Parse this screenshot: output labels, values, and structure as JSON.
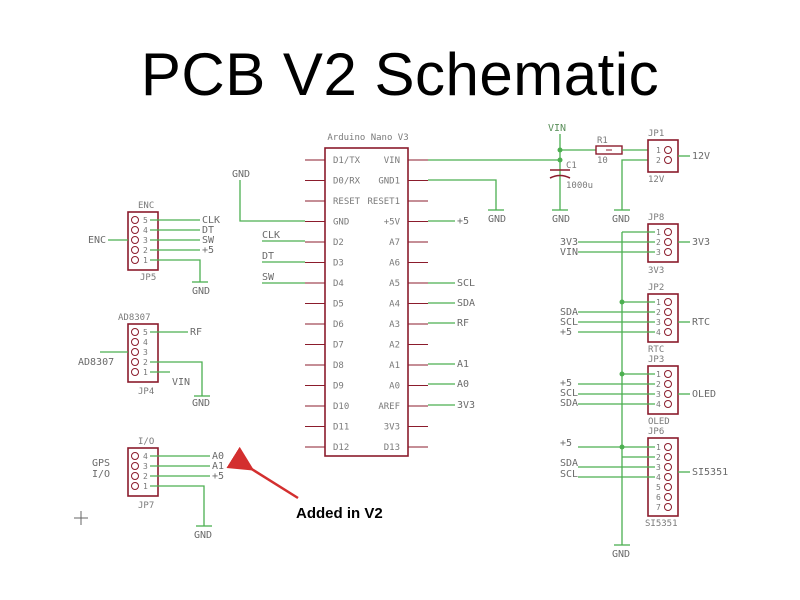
{
  "title": "PCB V2 Schematic",
  "annotation": "Added in V2",
  "colors": {
    "wire": "#4caf50",
    "part": "#8b1c2c",
    "arrow": "#d32f2f"
  },
  "nano": {
    "name": "Arduino Nano V3",
    "left_pins": [
      "D1/TX",
      "D0/RX",
      "RESET",
      "GND",
      "D2",
      "D3",
      "D4",
      "D5",
      "D6",
      "D7",
      "D8",
      "D9",
      "D10",
      "D11",
      "D12"
    ],
    "right_pins": [
      "VIN",
      "GND1",
      "RESET1",
      "+5V",
      "A7",
      "A6",
      "A5",
      "A4",
      "A3",
      "A2",
      "A1",
      "A0",
      "AREF",
      "3V3",
      "D13"
    ]
  },
  "nets": {
    "gnd": "GND",
    "clk": "CLK",
    "dt": "DT",
    "sw": "SW",
    "p5": "+5",
    "scl": "SCL",
    "sda": "SDA",
    "rf": "RF",
    "a1": "A1",
    "a0": "A0",
    "v33": "3V3",
    "vin": "VIN",
    "enc": "ENC",
    "ad8307": "AD8307",
    "gps": "GPS",
    "io": "I/O",
    "v12": "12V",
    "rtc": "RTC",
    "oled": "OLED",
    "si": "SI5351"
  },
  "enc": {
    "name": "ENC",
    "ref": "JP5",
    "pins": [
      "5",
      "4",
      "3",
      "2",
      "1"
    ]
  },
  "ad": {
    "name": "AD8307",
    "ref": "JP4",
    "pins": [
      "5",
      "4",
      "3",
      "2",
      "1"
    ]
  },
  "io": {
    "name": "I/O",
    "ref": "JP7",
    "pins": [
      "4",
      "3",
      "2",
      "1"
    ]
  },
  "r1": {
    "ref": "R1",
    "value": "10"
  },
  "c1": {
    "ref": "C1",
    "value": "1000u"
  },
  "jp1": {
    "ref": "JP1",
    "value": "12V",
    "pins": [
      "1",
      "2"
    ]
  },
  "jp8": {
    "ref": "JP8",
    "value": "3V3",
    "pins": [
      "1",
      "2",
      "3"
    ]
  },
  "jp2": {
    "ref": "JP2",
    "value": "RTC",
    "pins": [
      "1",
      "2",
      "3",
      "4"
    ]
  },
  "jp3": {
    "ref": "JP3",
    "value": "OLED",
    "pins": [
      "1",
      "2",
      "3",
      "4"
    ]
  },
  "jp6": {
    "ref": "JP6",
    "value": "SI5351",
    "pins": [
      "1",
      "2",
      "3",
      "4",
      "5",
      "6",
      "7"
    ]
  }
}
